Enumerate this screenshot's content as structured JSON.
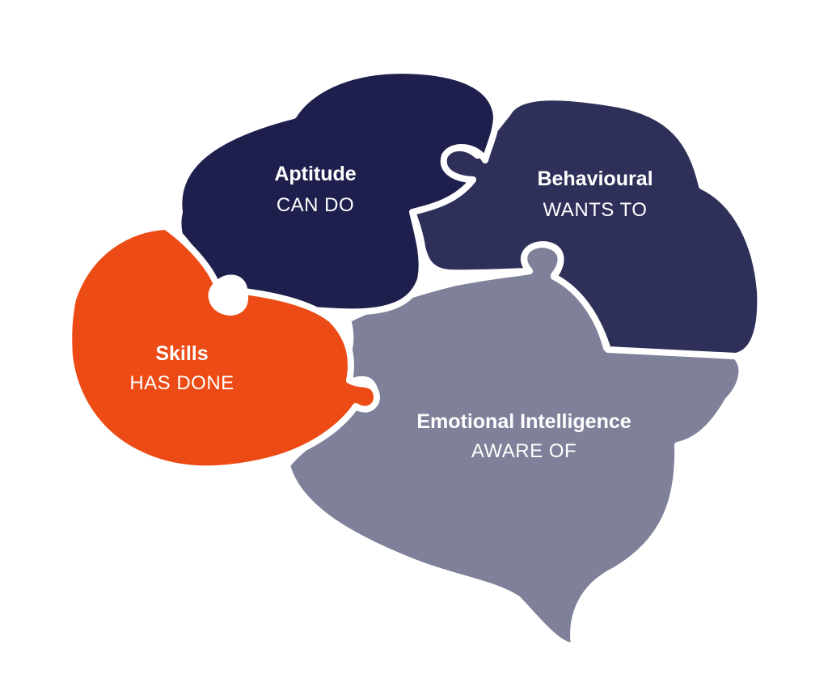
{
  "colors": {
    "aptitude": "#1e1f4d",
    "behavioural": "#2f3059",
    "skills": "#ec4b15",
    "emotional_intelligence": "#7f8099",
    "text": "#ffffff",
    "outline": "#ffffff"
  },
  "pieces": [
    {
      "title": "Aptitude",
      "subtitle": "CAN DO"
    },
    {
      "title": "Behavioural",
      "subtitle": "WANTS TO"
    },
    {
      "title": "Skills",
      "subtitle": "HAS DONE"
    },
    {
      "title": "Emotional Intelligence",
      "subtitle": "AWARE OF"
    }
  ]
}
